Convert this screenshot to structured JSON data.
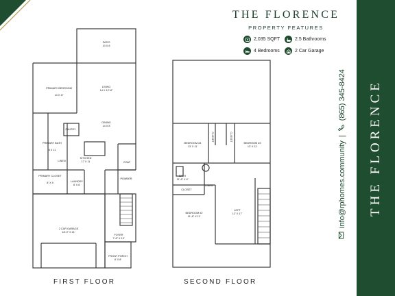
{
  "header": {
    "title": "THE FLORENCE",
    "subtitle": "PROPERTY FEATURES"
  },
  "features": [
    {
      "icon": "house-icon",
      "label": "2,035 SQFT"
    },
    {
      "icon": "bath-icon",
      "label": "2.5 Bathrooms"
    },
    {
      "icon": "bed-icon",
      "label": "4 Bedrooms"
    },
    {
      "icon": "garage-icon",
      "label": "2 Car Garage"
    }
  ],
  "contact": {
    "email": "info@rphomes.community",
    "separator": "|",
    "phone": "(865) 345-8424"
  },
  "sidebar": {
    "title": "THE FLORENCE"
  },
  "floors": {
    "first": {
      "label": "FIRST FLOOR",
      "rooms": [
        {
          "name": "PATIO",
          "size": "10 X 8"
        },
        {
          "name": "PRIMARY BEDROOM",
          "size": "14 X 17"
        },
        {
          "name": "LIVING",
          "size": "14 X 12'-8\""
        },
        {
          "name": "PANTRY",
          "size": ""
        },
        {
          "name": "DINING",
          "size": "14 X 8"
        },
        {
          "name": "PRIMARY BATH",
          "size": "8 X 11"
        },
        {
          "name": "LINEN",
          "size": ""
        },
        {
          "name": "KITCHEN",
          "size": "17 X 11"
        },
        {
          "name": "COAT",
          "size": ""
        },
        {
          "name": "PRIMARY CLOSET",
          "size": "8' X 9"
        },
        {
          "name": "LAUNDRY",
          "size": "8' X 6'"
        },
        {
          "name": "POWDER",
          "size": ""
        },
        {
          "name": "2 CAR GARAGE",
          "size": "18'-0\" X 21'"
        },
        {
          "name": "FOYER",
          "size": "7'-8\" X 13'"
        },
        {
          "name": "FRONT PORCH",
          "size": "8' X 8'"
        }
      ]
    },
    "second": {
      "label": "SECOND FLOOR",
      "rooms": [
        {
          "name": "BEDROOM #4",
          "size": "13' X 11'"
        },
        {
          "name": "CLOSET",
          "size": ""
        },
        {
          "name": "CLOSET",
          "size": ""
        },
        {
          "name": "BEDROOM #3",
          "size": "13' X 11'"
        },
        {
          "name": "BATH",
          "size": "11'-8\" X 6'"
        },
        {
          "name": "CLOSET",
          "size": ""
        },
        {
          "name": "LINEN",
          "size": ""
        },
        {
          "name": "BEDROOM #2",
          "size": "11'-8\" X 11'"
        },
        {
          "name": "LOFT",
          "size": "12' X 17'"
        }
      ]
    }
  },
  "colors": {
    "brand_green": "#1f4d2f",
    "accent_gold": "#b89a55",
    "wall": "#3a3a3a"
  }
}
